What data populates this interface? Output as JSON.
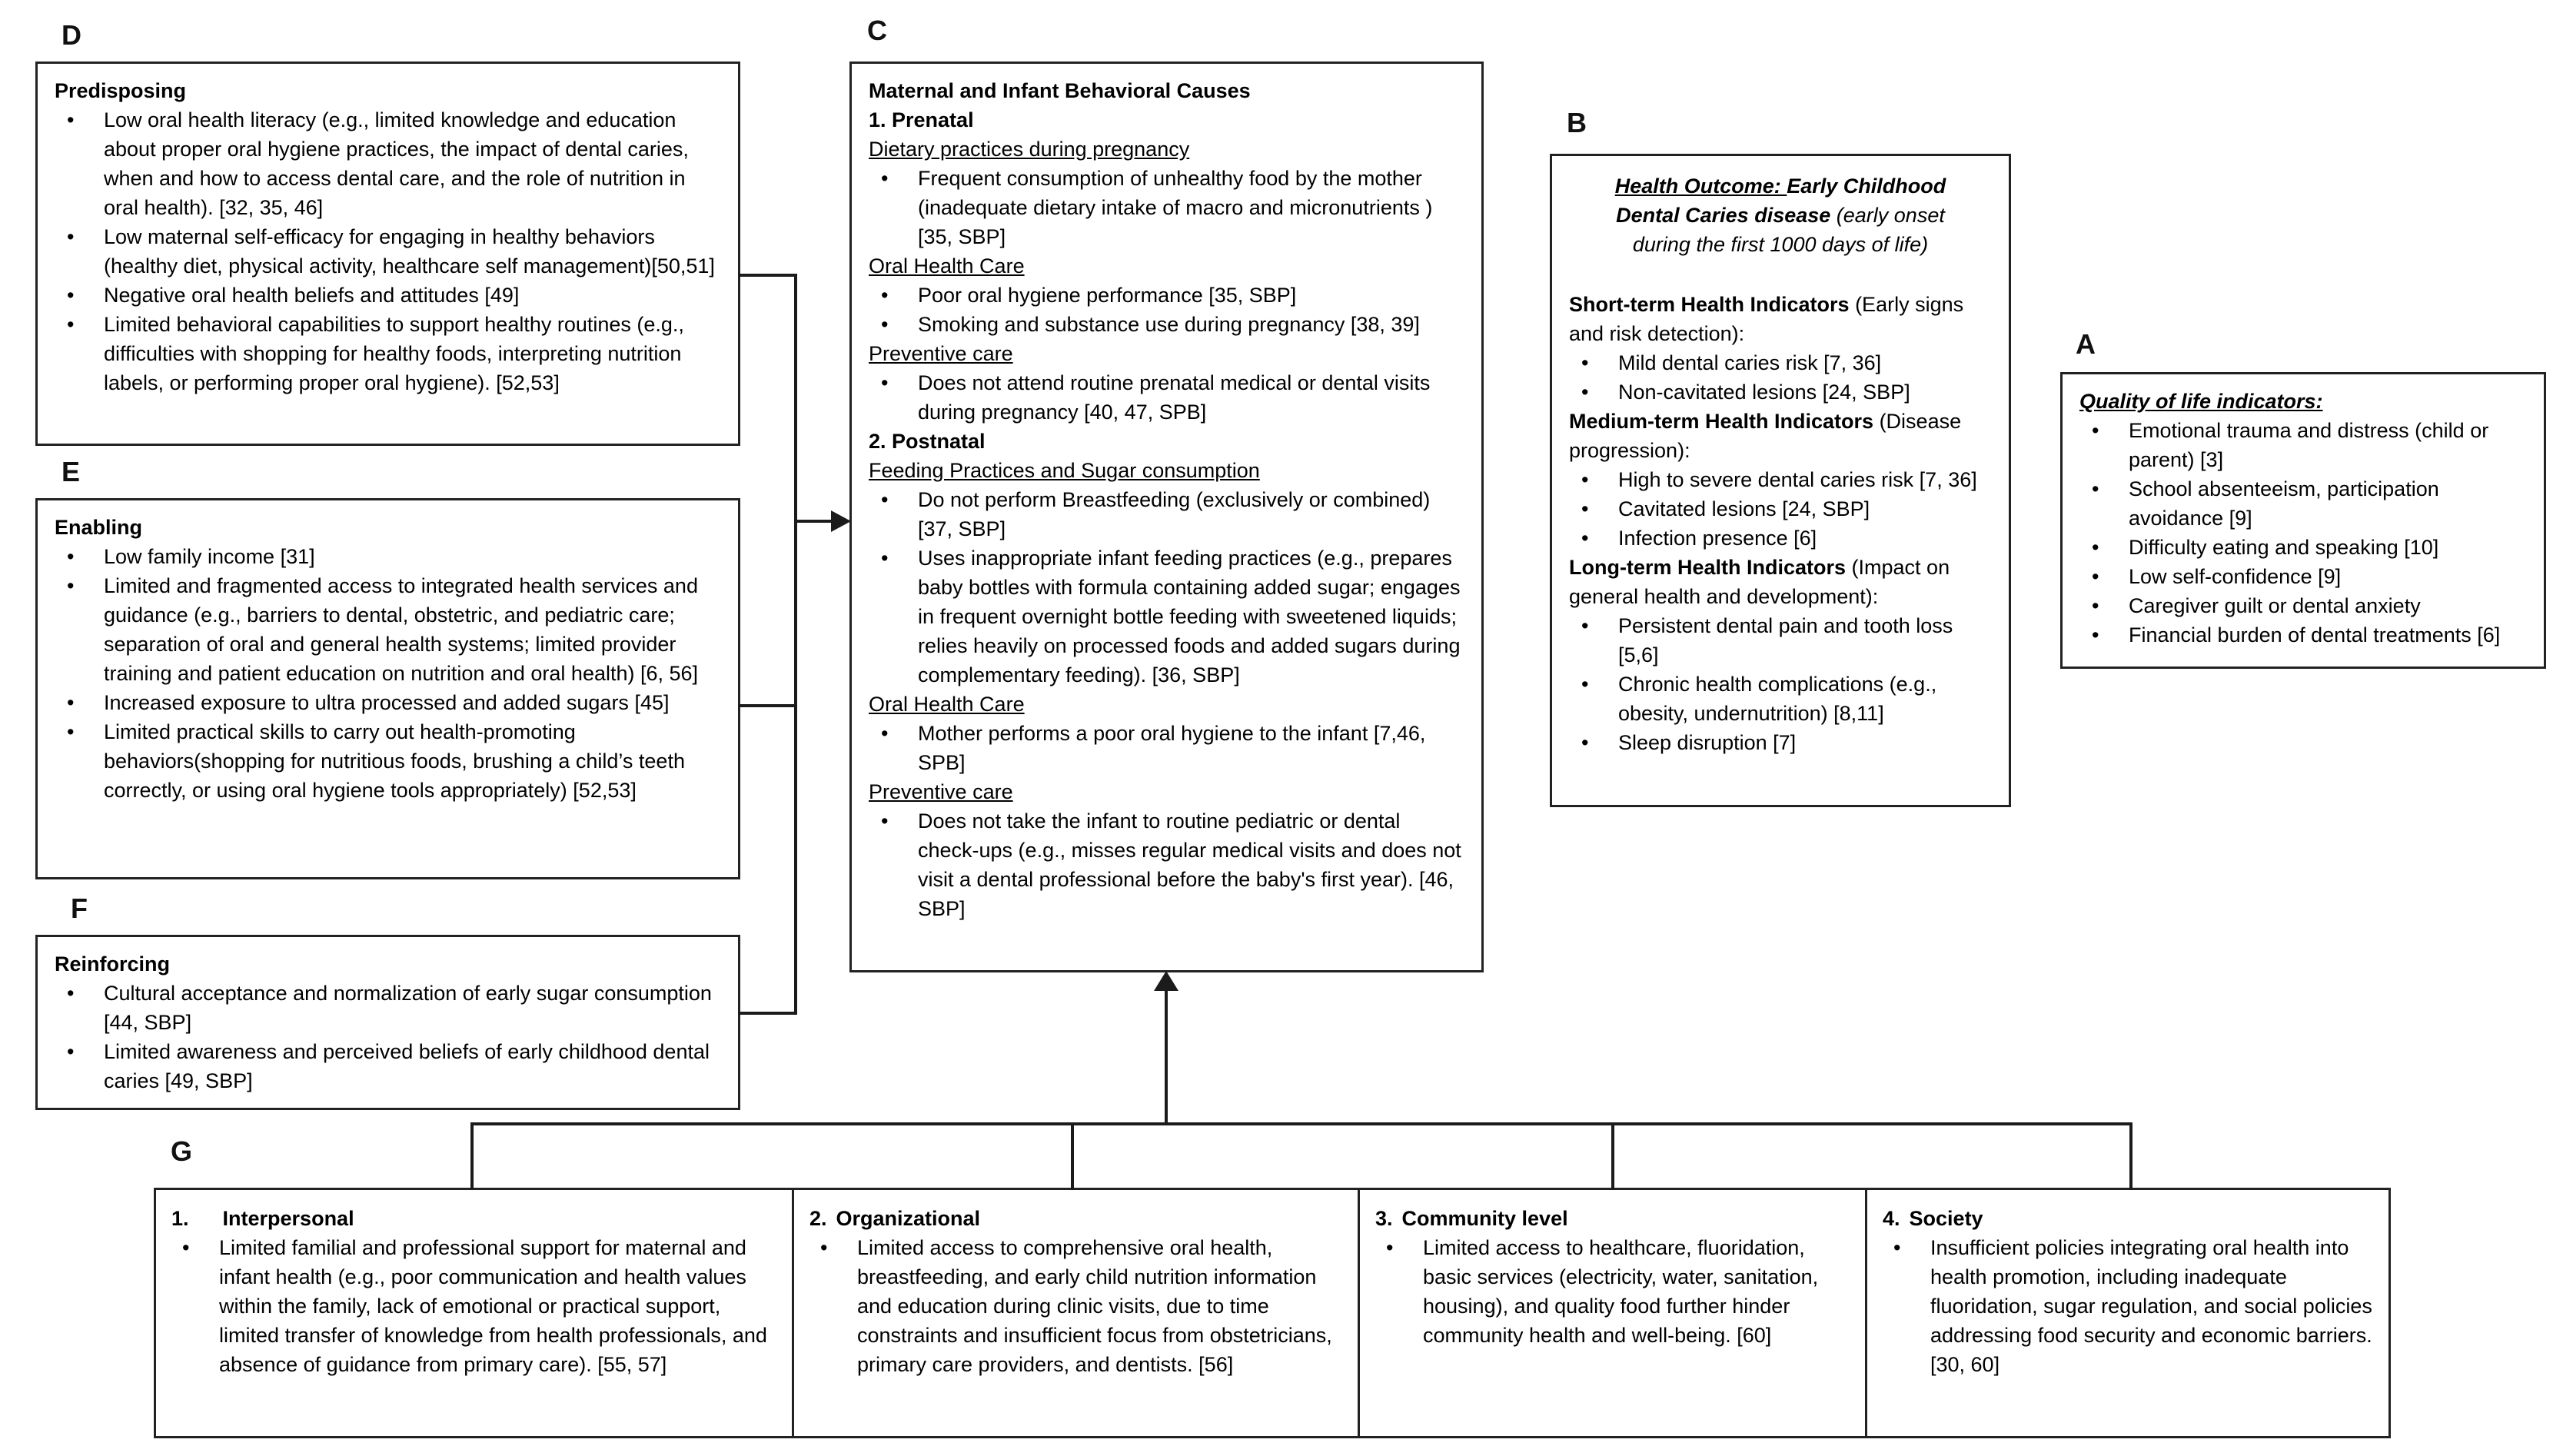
{
  "page": {
    "background_color": "#ffffff",
    "text_color": "#000000",
    "border_color": "#222222",
    "line_color": "#1b1b1b"
  },
  "labels": {
    "a": "A",
    "b": "B",
    "c": "C",
    "d": "D",
    "e": "E",
    "f": "F",
    "g": "G"
  },
  "box_d": {
    "title": "Predisposing",
    "lines": [
      {
        "kind": "bullet",
        "text": "Low oral health literacy (e.g., limited knowledge and education about proper oral hygiene practices, the impact of dental caries, when and how to access dental care, and the role of nutrition in oral health). [32, 35, 46]"
      },
      {
        "kind": "bullet",
        "text": "Low maternal self-efficacy for engaging in healthy behaviors (healthy diet, physical activity, healthcare self management)[50,51]"
      },
      {
        "kind": "bullet",
        "text": "Negative oral health beliefs and attitudes [49]"
      },
      {
        "kind": "bullet",
        "text": "Limited behavioral capabilities to support healthy routines (e.g., difficulties with shopping for healthy foods, interpreting nutrition labels, or performing proper oral hygiene). [52,53]"
      }
    ]
  },
  "box_e": {
    "title": "Enabling",
    "lines": [
      {
        "kind": "bullet",
        "text": "Low family income [31]"
      },
      {
        "kind": "bullet",
        "text": "Limited and fragmented access to integrated health services and guidance (e.g., barriers to dental, obstetric, and pediatric care; separation of oral and general health systems; limited provider training and patient education on nutrition and oral health) [6, 56]"
      },
      {
        "kind": "bullet",
        "text": "Increased exposure to ultra processed and added sugars [45]"
      },
      {
        "kind": "bullet",
        "text": "Limited practical skills to carry out health-promoting behaviors(shopping for nutritious foods, brushing a child’s teeth correctly, or using oral hygiene tools appropriately) [52,53]"
      }
    ]
  },
  "box_f": {
    "title": "Reinforcing",
    "lines": [
      {
        "kind": "bullet",
        "text": "Cultural acceptance and normalization of early sugar consumption [44, SBP]"
      },
      {
        "kind": "bullet",
        "text": "Limited awareness and perceived beliefs of early childhood dental caries [49, SBP]"
      }
    ]
  },
  "box_c": {
    "title": "Maternal and Infant Behavioral Causes",
    "lines": [
      {
        "kind": "bold",
        "text": "1. Prenatal"
      },
      {
        "kind": "underline",
        "text": "Dietary practices during pregnancy"
      },
      {
        "kind": "bullet",
        "text": "Frequent consumption of unhealthy food by the mother (inadequate dietary intake of macro and micronutrients ) [35, SBP]"
      },
      {
        "kind": "underline",
        "text": "Oral Health Care"
      },
      {
        "kind": "bullet",
        "text": "Poor oral hygiene performance [35, SBP]"
      },
      {
        "kind": "bullet",
        "text": "Smoking and substance use during pregnancy [38, 39]"
      },
      {
        "kind": "underline",
        "text": "Preventive care"
      },
      {
        "kind": "bullet",
        "text": "Does not attend routine prenatal medical or dental visits during pregnancy [40, 47, SPB]"
      },
      {
        "kind": "bold",
        "text": "2. Postnatal"
      },
      {
        "kind": "underline",
        "text": "Feeding Practices and Sugar consumption"
      },
      {
        "kind": "bullet",
        "text": "Do not perform Breastfeeding (exclusively or combined) [37, SBP]"
      },
      {
        "kind": "bullet",
        "text": "Uses inappropriate infant feeding practices (e.g., prepares baby bottles with formula containing added sugar; engages in frequent overnight bottle feeding with sweetened liquids; relies heavily on processed foods and added sugars during complementary feeding). [36, SBP]"
      },
      {
        "kind": "underline",
        "text": "Oral Health Care"
      },
      {
        "kind": "bullet",
        "text": "Mother performs a poor oral hygiene to the infant [7,46, SPB]"
      },
      {
        "kind": "underline",
        "text": "Preventive care"
      },
      {
        "kind": "bullet",
        "text": "Does not take the infant to routine pediatric or dental check-ups (e.g., misses regular medical visits and does not visit a dental professional before the baby's first year). [46, SBP]"
      }
    ]
  },
  "box_b": {
    "title_underline": "Health Outcome: ",
    "title_bold": "Early Childhood Dental Caries  disease ",
    "title_italic": "(early onset during the first 1000 days of life)",
    "lines": [
      {
        "kind": "lead",
        "lead": "Short-term Health Indicators",
        "text": " (Early signs and risk detection):"
      },
      {
        "kind": "bullet",
        "text": "Mild dental caries risk [7, 36]"
      },
      {
        "kind": "bullet",
        "text": "Non-cavitated lesions [24, SBP]"
      },
      {
        "kind": "lead",
        "lead": "Medium-term Health Indicators",
        "text": " (Disease progression):"
      },
      {
        "kind": "bullet",
        "text": "High to severe dental caries risk [7, 36]"
      },
      {
        "kind": "bullet",
        "text": "Cavitated lesions  [24, SBP]"
      },
      {
        "kind": "bullet",
        "text": "Infection presence [6]"
      },
      {
        "kind": "lead",
        "lead": "Long-term Health Indicators",
        "text": " (Impact on general health and development):"
      },
      {
        "kind": "bullet",
        "text": "Persistent dental pain and tooth loss [5,6]"
      },
      {
        "kind": "bullet",
        "text": "Chronic health complications (e.g., obesity, undernutrition) [8,11]"
      },
      {
        "kind": "bullet",
        "text": "Sleep disruption [7]"
      }
    ]
  },
  "box_a": {
    "title": "Quality of life indicators:",
    "lines": [
      {
        "kind": "bullet",
        "text": "Emotional trauma and distress (child or parent) [3]"
      },
      {
        "kind": "bullet",
        "text": "School absenteeism, participation avoidance [9]"
      },
      {
        "kind": "bullet",
        "text": "Difficulty eating and speaking [10]"
      },
      {
        "kind": "bullet",
        "text": "Low self-confidence [9]"
      },
      {
        "kind": "bullet",
        "text": "Caregiver guilt or dental anxiety"
      },
      {
        "kind": "bullet",
        "text": "Financial burden of dental treatments [6]"
      }
    ]
  },
  "box_g": {
    "cells": [
      {
        "num": "1.",
        "title": "Interpersonal",
        "bullets": [
          "Limited familial and professional support for maternal and infant health (e.g., poor communication and health values within the family, lack of emotional or practical support, limited transfer of knowledge from health professionals, and absence of guidance from primary care). [55, 57]"
        ]
      },
      {
        "num": "2.",
        "title": "Organizational",
        "bullets": [
          "Limited access to comprehensive oral health, breastfeeding, and early child nutrition information and education during clinic visits, due to time constraints and insufficient focus from obstetricians, primary care providers, and dentists. [56]"
        ]
      },
      {
        "num": "3.",
        "title": "Community level",
        "bullets": [
          "Limited access to healthcare, fluoridation, basic services (electricity, water, sanitation, housing), and quality food further hinder community health and well-being. [60]"
        ]
      },
      {
        "num": "4.",
        "title": "Society",
        "bullets": [
          "Insufficient policies integrating oral health into health promotion, including inadequate fluoridation, sugar regulation, and social policies addressing food security and economic barriers. [30, 60]"
        ]
      }
    ]
  }
}
